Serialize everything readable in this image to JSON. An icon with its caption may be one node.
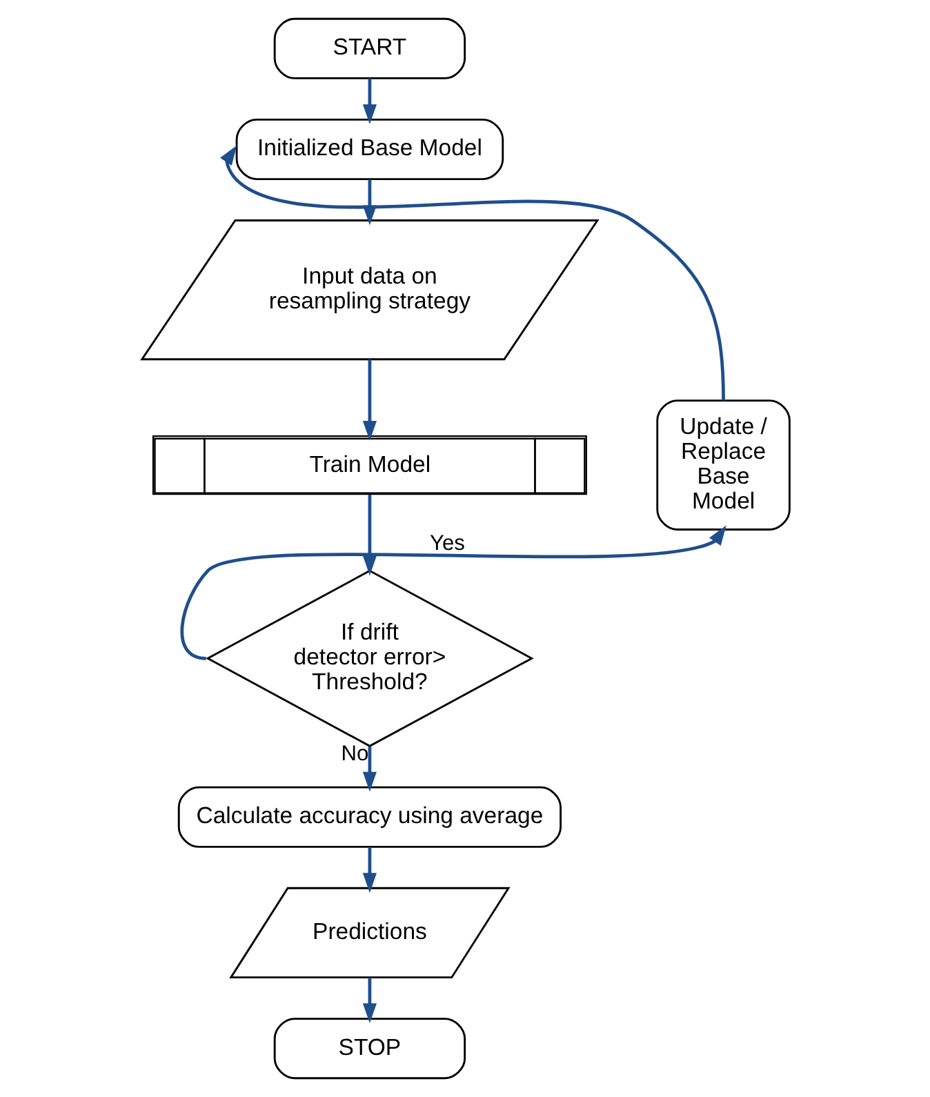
{
  "diagram": {
    "nodes": [
      {
        "text": [
          "START"
        ]
      },
      {
        "text": [
          "Initialized Base Model"
        ]
      },
      {
        "text": [
          "Input data on resampling strategy"
        ]
      },
      {
        "text": [
          "Train Model"
        ]
      },
      {
        "text": [
          "If drift detector error> Threshold?"
        ]
      },
      {
        "text": [
          "Update / Replace Base Model"
        ]
      },
      {
        "text": [
          "Calculate accuracy using average"
        ]
      },
      {
        "text": [
          "Predictions"
        ]
      },
      {
        "text": [
          "STOP"
        ]
      }
    ],
    "edges": [
      {
        "from": 0,
        "to": 1,
        "arrow": "to"
      },
      {
        "from": 1,
        "to": 2,
        "arrow": "to"
      },
      {
        "from": 2,
        "to": 3,
        "arrow": "to"
      },
      {
        "from": 3,
        "to": 4,
        "arrow": "to"
      },
      {
        "from": 4,
        "to": 5,
        "arrow": "to",
        "label": "Yes"
      },
      {
        "from": 5,
        "to": 1,
        "arrow": "to"
      },
      {
        "from": 4,
        "to": 6,
        "arrow": "to",
        "label": "No"
      },
      {
        "from": 6,
        "to": 7,
        "arrow": "to"
      },
      {
        "from": 7,
        "to": 8,
        "arrow": "to"
      }
    ]
  }
}
